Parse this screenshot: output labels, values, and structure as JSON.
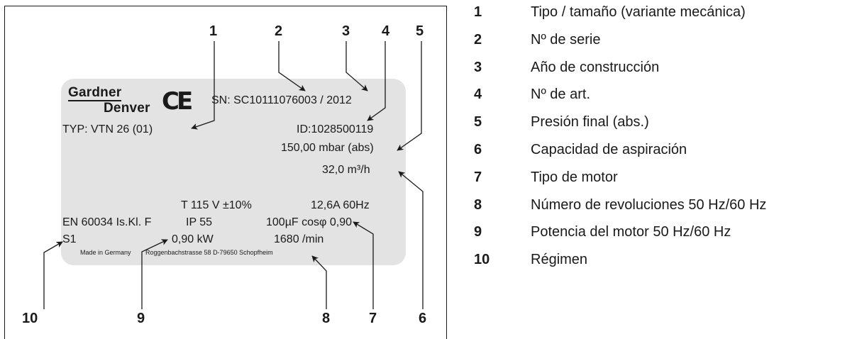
{
  "figure": {
    "callouts": [
      "1",
      "2",
      "3",
      "4",
      "5",
      "10",
      "9",
      "8",
      "7",
      "6"
    ],
    "plate": {
      "brand_line1": "Gardner",
      "brand_line2": "Denver",
      "ce_mark": "CE",
      "serial": "SN: SC10111076003 / 2012",
      "type": "TYP: VTN 26  (01)",
      "id": "ID:1028500119",
      "pressure": "150,00 mbar (abs)",
      "capacity": "32,0 m³/h",
      "voltage": "T 115 V ±10%",
      "current_freq": "12,6A   60Hz",
      "standard": "EN 60034  Is.Kl.  F",
      "protection": "IP  55",
      "capacitor": "100µF cosφ 0,90",
      "duty": "S1",
      "power": "0,90 kW",
      "speed": "1680 /min",
      "made_in": "Made in Germany",
      "address": "Roggenbachstrasse 58  D-79650 Schopfheim"
    }
  },
  "legend": [
    {
      "num": "1",
      "text": "Tipo / tamaño (variante mecánica)"
    },
    {
      "num": "2",
      "text": "Nº de serie"
    },
    {
      "num": "3",
      "text": "Año de construcción"
    },
    {
      "num": "4",
      "text": "Nº de art."
    },
    {
      "num": "5",
      "text": "Presión final (abs.)"
    },
    {
      "num": "6",
      "text": "Capacidad de aspiración"
    },
    {
      "num": "7",
      "text": "Tipo de motor"
    },
    {
      "num": "8",
      "text": "Número de revoluciones  50 Hz/60 Hz"
    },
    {
      "num": "9",
      "text": "Potencia del motor  50 Hz/60 Hz"
    },
    {
      "num": "10",
      "text": "Régimen"
    }
  ]
}
